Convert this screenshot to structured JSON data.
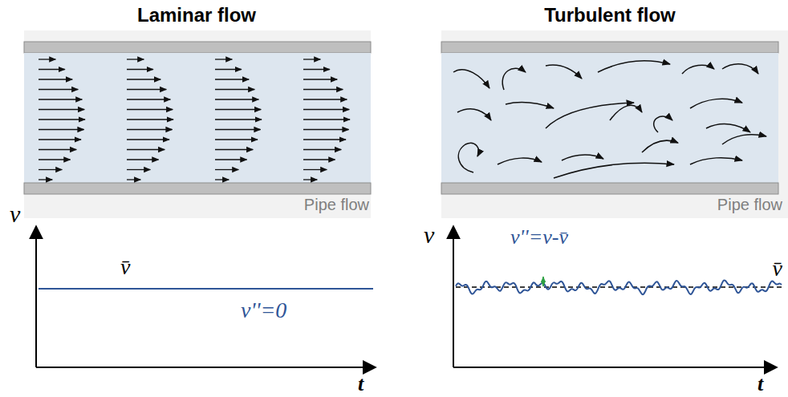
{
  "diagram": {
    "labels": [
      "Laminar flow",
      "Turbulent flow",
      "Pipe flow",
      "Pipe flow",
      "v",
      "v̄",
      "v''=0",
      "v",
      "v''=v-v̄",
      "v̄",
      "t",
      "t"
    ]
  }
}
